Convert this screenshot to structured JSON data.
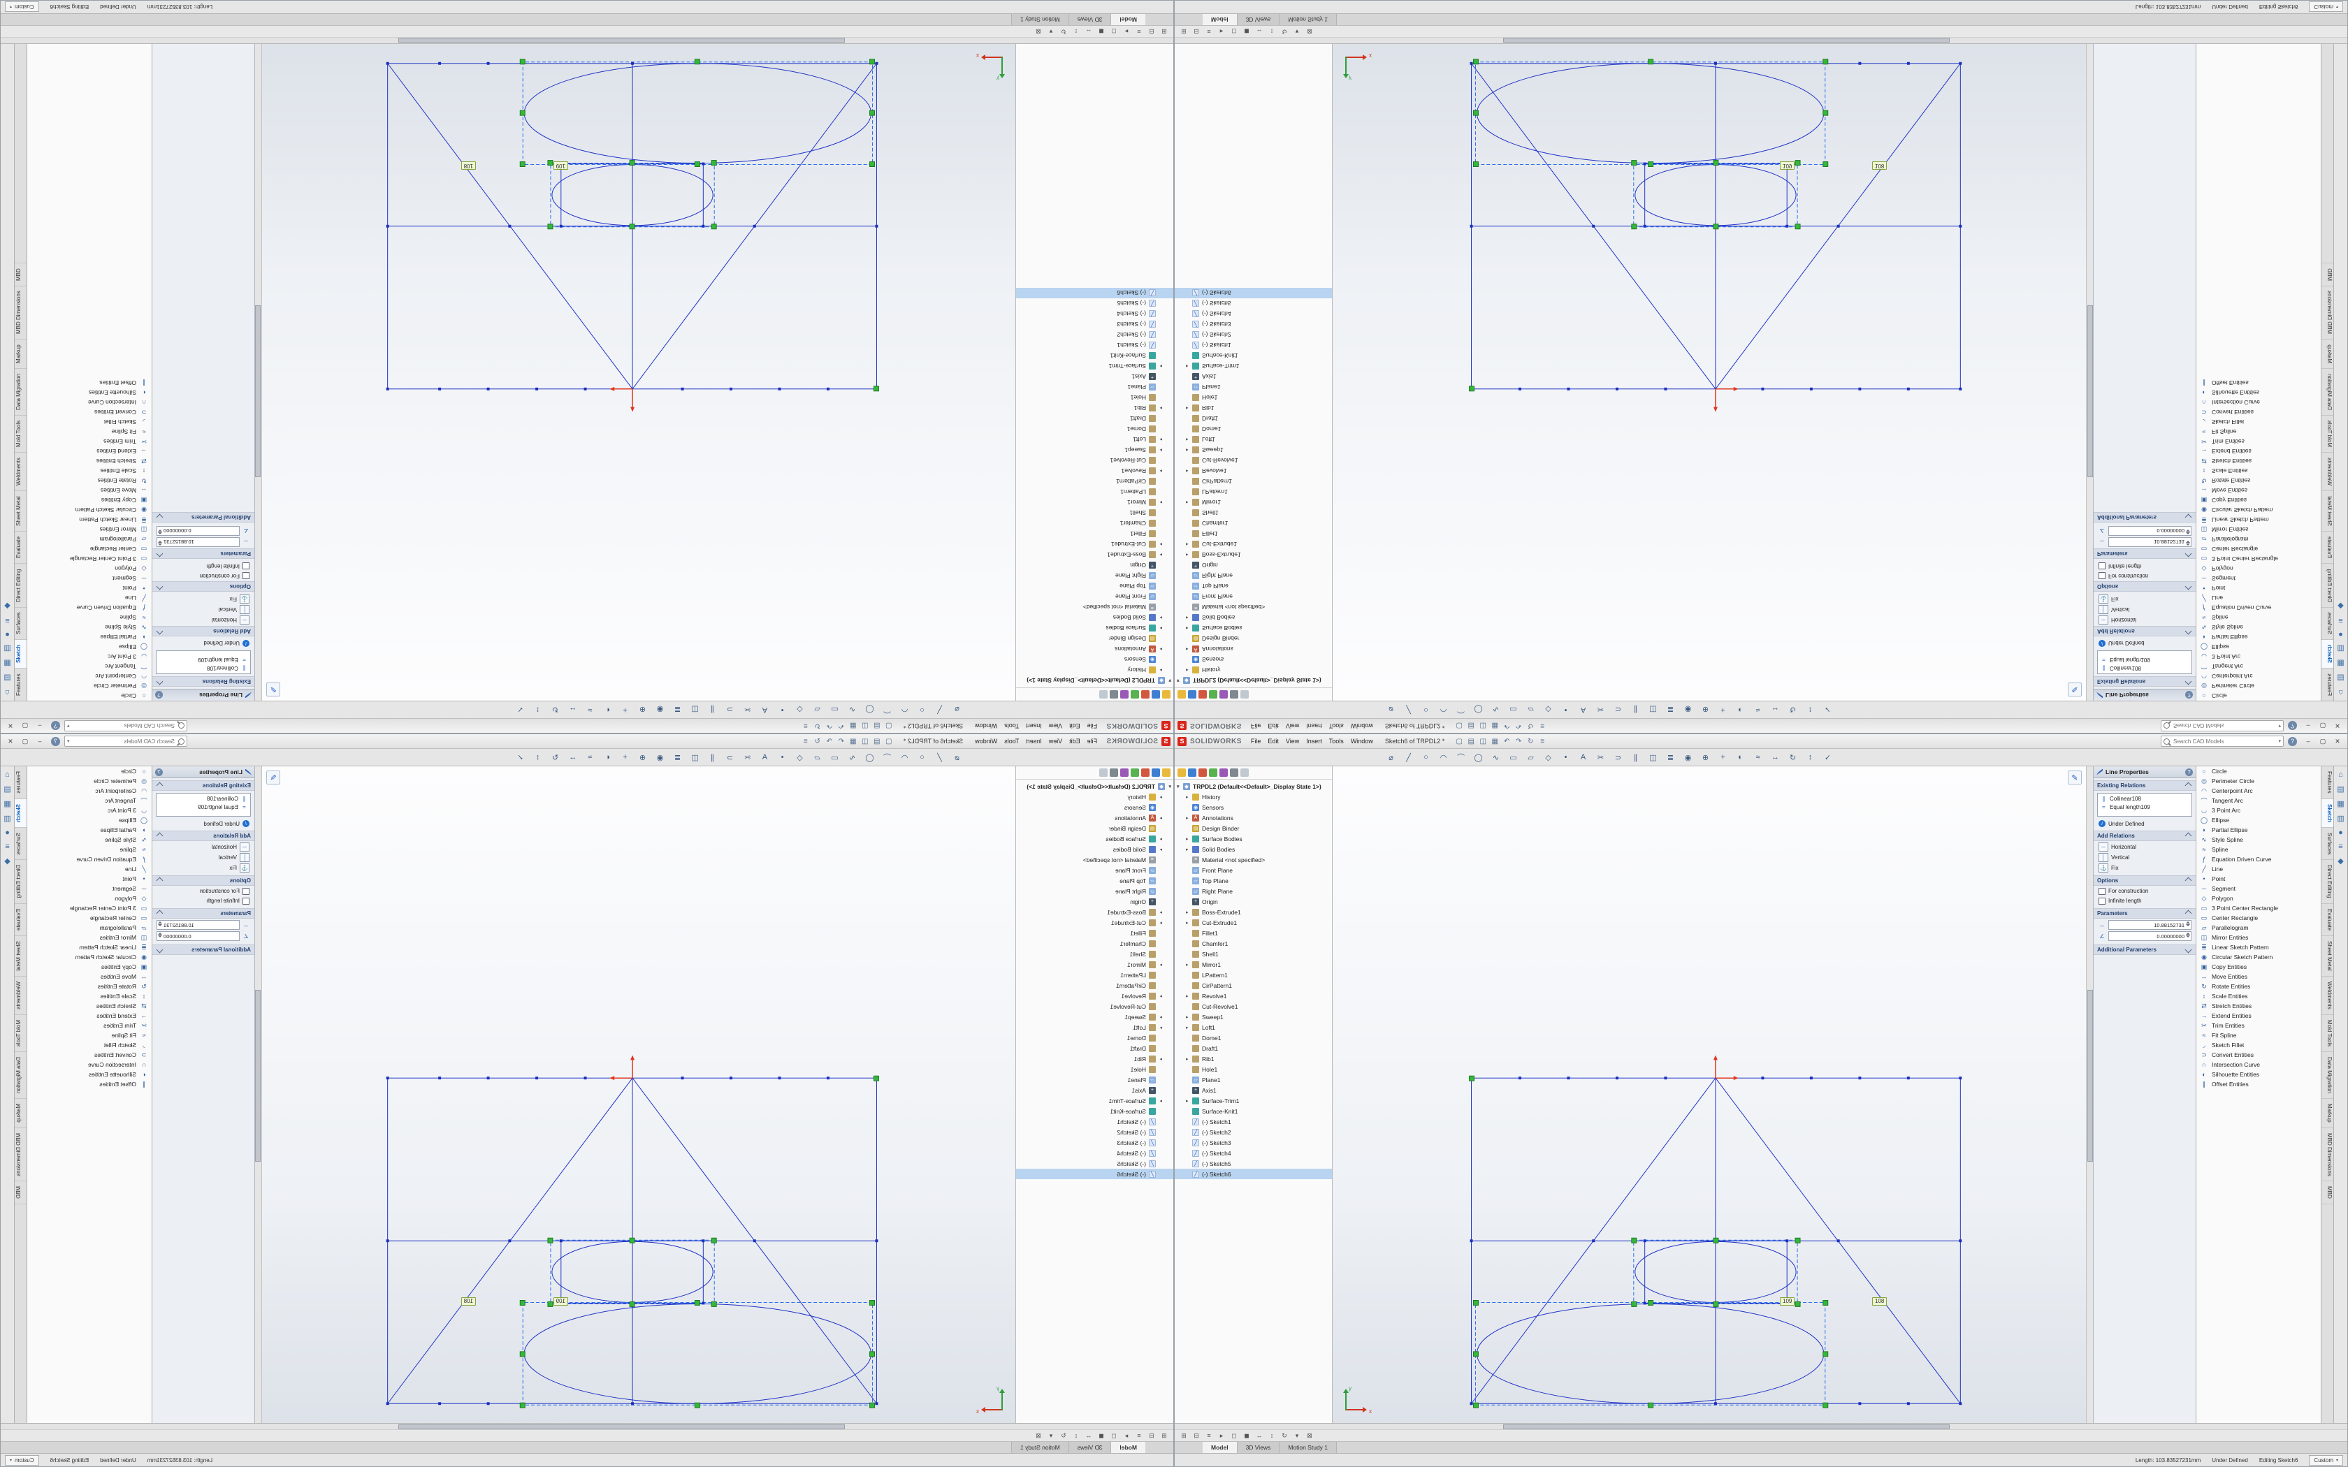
{
  "brand": {
    "mark": "S",
    "name": "SOLIDWORKS"
  },
  "menubar": {
    "menus": [
      {
        "label": "File"
      },
      {
        "label": "Edit"
      },
      {
        "label": "View"
      },
      {
        "label": "Insert"
      },
      {
        "label": "Tools"
      },
      {
        "label": "Window"
      }
    ],
    "title": "Sketch6 of TRPDL2 *",
    "search_placeholder": "Search CAD Models",
    "search_caret": "▾",
    "help": "?"
  },
  "quick_icons": [
    {
      "name": "new-file-icon",
      "g": "▢"
    },
    {
      "name": "open-file-icon",
      "g": "▤"
    },
    {
      "name": "save-icon",
      "g": "◫"
    },
    {
      "name": "print-icon",
      "g": "▦"
    },
    {
      "name": "undo-icon",
      "g": "↶"
    },
    {
      "name": "redo-icon",
      "g": "↷"
    },
    {
      "name": "rebuild-icon",
      "g": "↻"
    },
    {
      "name": "options-icon",
      "g": "≡"
    }
  ],
  "window_buttons": [
    {
      "name": "minimize-button",
      "g": "–"
    },
    {
      "name": "restore-button",
      "g": "▢"
    },
    {
      "name": "close-button",
      "g": "✕"
    }
  ],
  "toolbar_icons": [
    {
      "name": "smart-dimension-icon",
      "g": "⌀"
    },
    {
      "name": "line-icon",
      "g": "╱"
    },
    {
      "name": "circle-icon",
      "g": "○"
    },
    {
      "name": "centerpoint-arc-icon",
      "g": "◠"
    },
    {
      "name": "t-arc-icon",
      "g": "⌒"
    },
    {
      "name": "ellipse-icon",
      "g": "◯"
    },
    {
      "name": "spline-icon",
      "g": "∿"
    },
    {
      "name": "rectangle-icon",
      "g": "▭"
    },
    {
      "name": "parallelogram-icon",
      "g": "▱"
    },
    {
      "name": "polygon-icon",
      "g": "◇"
    },
    {
      "name": "point-icon",
      "g": "•"
    },
    {
      "name": "text-icon",
      "g": "A"
    },
    {
      "name": "trim-icon",
      "g": "✂"
    },
    {
      "name": "convert-entities-icon",
      "g": "⊃"
    },
    {
      "name": "offset-entities-icon",
      "g": "∥"
    },
    {
      "name": "mirror-entities-icon",
      "g": "◫"
    },
    {
      "name": "linear-pattern-icon",
      "g": "≣"
    },
    {
      "name": "circular-pattern-icon",
      "g": "◉"
    },
    {
      "name": "display-relations-icon",
      "g": "⊕"
    },
    {
      "name": "repair-sketch-icon",
      "g": "+"
    },
    {
      "name": "quick-snaps-icon",
      "g": "◐"
    },
    {
      "name": "fit-spline-icon",
      "g": "≈"
    },
    {
      "name": "move-entities-icon",
      "g": "↔"
    },
    {
      "name": "rotate-entities-icon",
      "g": "↻"
    },
    {
      "name": "scale-entities-icon",
      "g": "↕"
    },
    {
      "name": "exit-sketch-icon",
      "g": "✓"
    }
  ],
  "tree": {
    "tabs": [
      {
        "name": "featuremanager-tab",
        "cls": "t1",
        "g": ""
      },
      {
        "name": "propertymanager-tab",
        "cls": "t2",
        "g": ""
      },
      {
        "name": "configurationmanager-tab",
        "cls": "t3",
        "g": ""
      },
      {
        "name": "dimxpert-tab",
        "cls": "t4",
        "g": ""
      },
      {
        "name": "displaymanager-tab",
        "cls": "t5",
        "g": ""
      },
      {
        "name": "cam-tab",
        "cls": "t6",
        "g": ""
      },
      {
        "name": "more-tabs",
        "cls": "t7",
        "g": ""
      }
    ],
    "items": [
      {
        "exp": "▾",
        "ic": "icpart",
        "g": "◆",
        "label": "TRPDL2 (Default<<Default>_Display State 1>)",
        "cls": "lvl0"
      },
      {
        "exp": "▸",
        "ic": "icfold",
        "g": "",
        "label": "History"
      },
      {
        "exp": "",
        "ic": "icsens",
        "g": "◉",
        "label": "Sensors"
      },
      {
        "exp": "▸",
        "ic": "icannot",
        "g": "A",
        "label": "Annotations"
      },
      {
        "exp": "",
        "ic": "icbind",
        "g": "▤",
        "label": "Design Binder"
      },
      {
        "exp": "▸",
        "ic": "icsurf",
        "g": "",
        "label": "Surface Bodies"
      },
      {
        "exp": "▸",
        "ic": "icsolid",
        "g": "",
        "label": "Solid Bodies"
      },
      {
        "exp": "",
        "ic": "icmat",
        "g": "≡",
        "label": "Material <not specified>"
      },
      {
        "exp": "",
        "ic": "icplane",
        "g": "▱",
        "label": "Front Plane"
      },
      {
        "exp": "",
        "ic": "icplane",
        "g": "▱",
        "label": "Top Plane"
      },
      {
        "exp": "",
        "ic": "icplane",
        "g": "▱",
        "label": "Right Plane"
      },
      {
        "exp": "",
        "ic": "icorig",
        "g": "+",
        "label": "Origin"
      },
      {
        "exp": "▸",
        "ic": "icfeat",
        "g": "",
        "label": "Boss-Extrude1"
      },
      {
        "exp": "▸",
        "ic": "icfeat",
        "g": "",
        "label": "Cut-Extrude1"
      },
      {
        "exp": "",
        "ic": "icfeat",
        "g": "",
        "label": "Fillet1"
      },
      {
        "exp": "",
        "ic": "icfeat",
        "g": "",
        "label": "Chamfer1"
      },
      {
        "exp": "",
        "ic": "icfeat",
        "g": "",
        "label": "Shell1"
      },
      {
        "exp": "▸",
        "ic": "icfeat",
        "g": "",
        "label": "Mirror1"
      },
      {
        "exp": "",
        "ic": "icfeat",
        "g": "",
        "label": "LPattern1"
      },
      {
        "exp": "",
        "ic": "icfeat",
        "g": "",
        "label": "CirPattern1"
      },
      {
        "exp": "▸",
        "ic": "icfeat",
        "g": "",
        "label": "Revolve1"
      },
      {
        "exp": "",
        "ic": "icfeat",
        "g": "",
        "label": "Cut-Revolve1"
      },
      {
        "exp": "▸",
        "ic": "icfeat",
        "g": "",
        "label": "Sweep1"
      },
      {
        "exp": "▸",
        "ic": "icfeat",
        "g": "",
        "label": "Loft1"
      },
      {
        "exp": "",
        "ic": "icfeat",
        "g": "",
        "label": "Dome1"
      },
      {
        "exp": "",
        "ic": "icfeat",
        "g": "",
        "label": "Draft1"
      },
      {
        "exp": "▸",
        "ic": "icfeat",
        "g": "",
        "label": "Rib1"
      },
      {
        "exp": "",
        "ic": "icfeat",
        "g": "",
        "label": "Hole1"
      },
      {
        "exp": "",
        "ic": "icplane",
        "g": "▱",
        "label": "Plane1"
      },
      {
        "exp": "",
        "ic": "icorig",
        "g": "+",
        "label": "Axis1"
      },
      {
        "exp": "▸",
        "ic": "icsurf",
        "g": "",
        "label": "Surface-Trim1"
      },
      {
        "exp": "",
        "ic": "icsurf",
        "g": "",
        "label": "Surface-Knit1"
      },
      {
        "exp": "",
        "ic": "icsk",
        "g": "╱",
        "label": "(-) Sketch1"
      },
      {
        "exp": "",
        "ic": "icsk",
        "g": "╱",
        "label": "(-) Sketch2"
      },
      {
        "exp": "",
        "ic": "icsk",
        "g": "╱",
        "label": "(-) Sketch3"
      },
      {
        "exp": "",
        "ic": "icsk",
        "g": "╱",
        "label": "(-) Sketch4"
      },
      {
        "exp": "",
        "ic": "icsk",
        "g": "╱",
        "label": "(-) Sketch5"
      },
      {
        "exp": "",
        "ic": "icsk",
        "g": "╱",
        "label": "(-) Sketch6",
        "active": true
      }
    ]
  },
  "graphics": {
    "tag_a": "109",
    "tag_b": "108",
    "triad_x": "x",
    "triad_y": "y",
    "confirm": "✎"
  },
  "prop": {
    "title": "Line Properties",
    "help": "?",
    "existing": {
      "header": "Existing Relations",
      "items": [
        {
          "g": "∥",
          "label": "Collinear108"
        },
        {
          "g": "=",
          "label": "Equal length109"
        }
      ],
      "status": "Under Defined"
    },
    "add": {
      "header": "Add Relations",
      "items": [
        {
          "g": "─",
          "label": "Horizontal"
        },
        {
          "g": "│",
          "label": "Vertical"
        },
        {
          "g": "⚓",
          "label": "Fix"
        }
      ]
    },
    "options": {
      "header": "Options",
      "items": [
        "For construction",
        "Infinite length"
      ]
    },
    "params": {
      "header": "Parameters",
      "fields": [
        {
          "g": "↔",
          "value": "10.88152731"
        },
        {
          "g": "∠",
          "value": "0.00000000"
        }
      ]
    },
    "additional": {
      "header": "Additional Parameters"
    }
  },
  "sketch_tools": [
    {
      "g": "○",
      "label": "Circle"
    },
    {
      "g": "◎",
      "label": "Perimeter Circle"
    },
    {
      "g": "◠",
      "label": "Centerpoint Arc"
    },
    {
      "g": "⌒",
      "label": "Tangent Arc"
    },
    {
      "g": "◡",
      "label": "3 Point Arc"
    },
    {
      "g": "◯",
      "label": "Ellipse"
    },
    {
      "g": "◗",
      "label": "Partial Ellipse"
    },
    {
      "g": "∿",
      "label": "Style Spline"
    },
    {
      "g": "≈",
      "label": "Spline"
    },
    {
      "g": "ƒ",
      "label": "Equation Driven Curve"
    },
    {
      "g": "╱",
      "label": "Line"
    },
    {
      "g": "•",
      "label": "Point"
    },
    {
      "g": "─",
      "label": "Segment"
    },
    {
      "g": "◇",
      "label": "Polygon"
    },
    {
      "g": "▭",
      "label": "3 Point Center Rectangle"
    },
    {
      "g": "▭",
      "label": "Center Rectangle"
    },
    {
      "g": "▱",
      "label": "Parallelogram"
    },
    {
      "g": "◫",
      "label": "Mirror Entities"
    },
    {
      "g": "≣",
      "label": "Linear Sketch Pattern"
    },
    {
      "g": "◉",
      "label": "Circular Sketch Pattern"
    },
    {
      "g": "▣",
      "label": "Copy Entities"
    },
    {
      "g": "↔",
      "label": "Move Entities"
    },
    {
      "g": "↻",
      "label": "Rotate Entities"
    },
    {
      "g": "↕",
      "label": "Scale Entities"
    },
    {
      "g": "⇄",
      "label": "Stretch Entities"
    },
    {
      "g": "→",
      "label": "Extend Entities"
    },
    {
      "g": "✂",
      "label": "Trim Entities"
    },
    {
      "g": "≈",
      "label": "Fit Spline"
    },
    {
      "g": "◞",
      "label": "Sketch Fillet"
    },
    {
      "g": "⊃",
      "label": "Convert Entities"
    },
    {
      "g": "∩",
      "label": "Intersection Curve"
    },
    {
      "g": "◐",
      "label": "Silhouette Entities"
    },
    {
      "g": "∥",
      "label": "Offset Entities"
    }
  ],
  "command_tabs": [
    {
      "label": "Features"
    },
    {
      "label": "Sketch",
      "active": true
    },
    {
      "label": "Surfaces"
    },
    {
      "label": "Direct Editing"
    },
    {
      "label": "Evaluate"
    },
    {
      "label": "Sheet Metal"
    },
    {
      "label": "Weldments"
    },
    {
      "label": "Mold Tools"
    },
    {
      "label": "Data Migration"
    },
    {
      "label": "Markup"
    },
    {
      "label": "MBD Dimensions"
    },
    {
      "label": "MBD"
    }
  ],
  "taskpane": [
    {
      "name": "home-icon",
      "g": "⌂"
    },
    {
      "name": "design-library-icon",
      "g": "▤"
    },
    {
      "name": "file-explorer-icon",
      "g": "▦"
    },
    {
      "name": "view-palette-icon",
      "g": "▥"
    },
    {
      "name": "appearances-icon",
      "g": "●"
    },
    {
      "name": "custom-properties-icon",
      "g": "≡"
    },
    {
      "name": "forum-icon",
      "g": "◆"
    }
  ],
  "bottom": {
    "icons": [
      {
        "g": "⊞"
      },
      {
        "g": "⊟"
      },
      {
        "g": "≡"
      },
      {
        "g": "▸"
      },
      {
        "g": "◻"
      },
      {
        "g": "◼"
      },
      {
        "g": "↔"
      },
      {
        "g": "↕"
      },
      {
        "g": "↻"
      },
      {
        "g": "▾"
      },
      {
        "g": "⊠"
      }
    ],
    "tabs": [
      {
        "label": "Model",
        "active": true
      },
      {
        "label": "3D Views"
      },
      {
        "label": "Motion Study 1"
      }
    ]
  },
  "status": {
    "length": "Length: 103.83527231mm",
    "state": "Under Defined",
    "editing": "Editing Sketch6",
    "unit": "Custom",
    "caret": "▾"
  }
}
